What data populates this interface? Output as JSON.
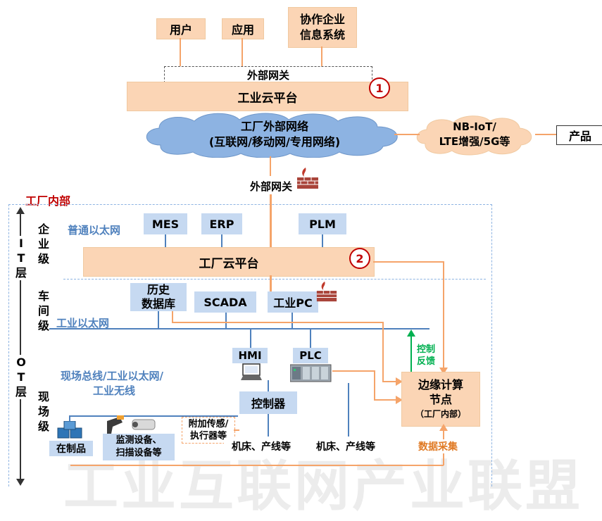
{
  "top": {
    "user": "用户",
    "app": "应用",
    "partner_line1": "协作企业",
    "partner_line2": "信息系统",
    "external_gateway": "外部网关",
    "cloud_platform": "工业云平台",
    "marker1": "1"
  },
  "network": {
    "cloud_line1": "工厂外部网络",
    "cloud_line2": "(互联网/移动网/专用网络)",
    "nb_line1": "NB-IoT/",
    "nb_line2": "LTE增强/5G等",
    "product": "产品",
    "gateway2": "外部网关"
  },
  "factory": {
    "title": "工厂内部",
    "enterprise_ethernet": "普通以太网",
    "mes": "MES",
    "erp": "ERP",
    "plm": "PLM",
    "factory_cloud": "工厂云平台",
    "marker2": "2",
    "history_line1": "历史",
    "history_line2": "数据库",
    "scada": "SCADA",
    "ipc": "工业PC",
    "industrial_ethernet": "工业以太网",
    "hmi": "HMI",
    "plc": "PLC",
    "fieldbus_line1": "现场总线/工业以太网/",
    "fieldbus_line2": "工业无线",
    "controller": "控制器",
    "edge_line1": "边缘计算",
    "edge_line2": "节点",
    "edge_line3": "（工厂内部）",
    "control_feedback_line1": "控制",
    "control_feedback_line2": "反馈",
    "wip": "在制品",
    "monitor_line1": "监测设备、",
    "monitor_line2": "扫描设备等",
    "sensor_line1": "附加传感/",
    "sensor_line2": "执行器等",
    "machine1": "机床、产线等",
    "machine2": "机床、产线等",
    "data_collection": "数据采集"
  },
  "levels": {
    "it": [
      "I",
      "T",
      "层"
    ],
    "ot": [
      "O",
      "T",
      "层"
    ],
    "enterprise": [
      "企",
      "业",
      "级"
    ],
    "workshop": [
      "车",
      "间",
      "级"
    ],
    "field": [
      "现",
      "场",
      "级"
    ]
  },
  "watermark": "工业互联网产业联盟",
  "colors": {
    "orange_box": "#fbd5b5",
    "orange_line": "#f5a46a",
    "blue_box": "#c6d9f1",
    "blue_line": "#4f81bd",
    "red": "#c00000",
    "green": "#00b050"
  }
}
